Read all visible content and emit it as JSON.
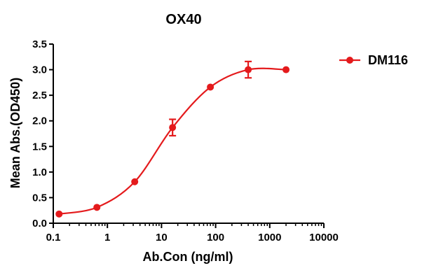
{
  "chart_data": {
    "type": "scatter",
    "title": "OX40",
    "xlabel": "Ab.Con (ng/ml)",
    "ylabel": "Mean Abs.(OD450)",
    "x_scale": "log",
    "xlim": [
      0.1,
      10000
    ],
    "ylim": [
      0,
      3.5
    ],
    "x_ticks": [
      0.1,
      1,
      10,
      100,
      1000,
      10000
    ],
    "x_tick_labels": [
      "0.1",
      "1",
      "10",
      "100",
      "1000",
      "10000"
    ],
    "y_ticks": [
      0,
      0.5,
      1,
      1.5,
      2,
      2.5,
      3,
      3.5
    ],
    "y_tick_labels": [
      "0.0",
      "0.5",
      "1.0",
      "1.5",
      "2.0",
      "2.5",
      "3.0",
      "3.5"
    ],
    "legend_position": "top-right",
    "grid": false,
    "series": [
      {
        "name": "DM116",
        "color": "#e41a1c",
        "x": [
          0.128,
          0.64,
          3.2,
          16,
          80,
          400,
          2000
        ],
        "y": [
          0.18,
          0.31,
          0.81,
          1.87,
          2.66,
          3.0,
          3.0
        ],
        "error": [
          0.02,
          0.02,
          0.03,
          0.16,
          0.03,
          0.16,
          0.02
        ]
      }
    ]
  }
}
